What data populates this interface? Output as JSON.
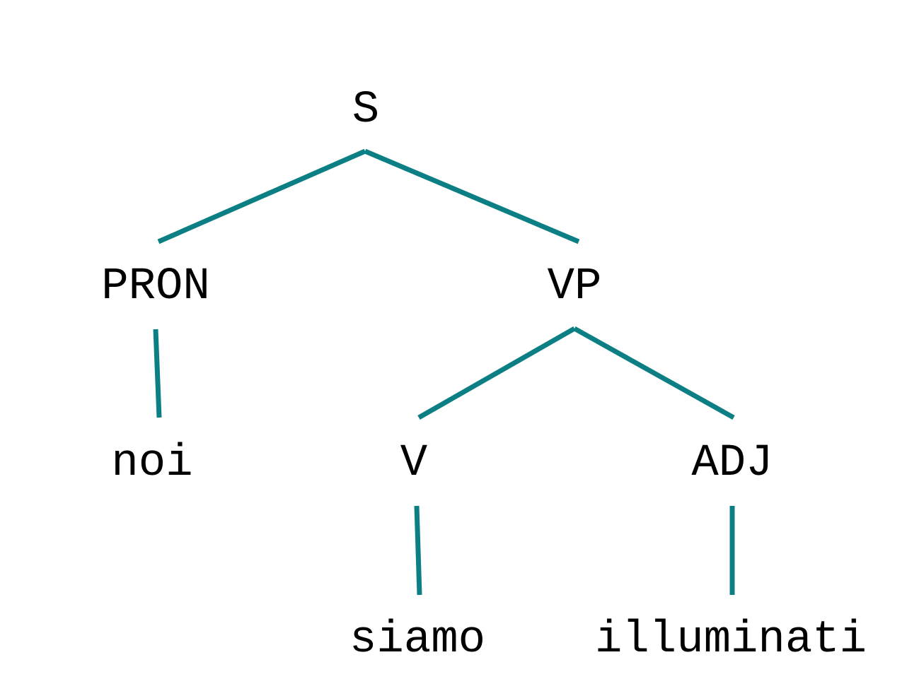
{
  "tree": {
    "edge_color": "#0b7f84",
    "text_color": "#000000",
    "nodes": {
      "s": "S",
      "pron": "PRON",
      "vp": "VP",
      "noi": "noi",
      "v": "V",
      "adj": "ADJ",
      "siamo": "siamo",
      "illuminati": "illuminati"
    }
  }
}
